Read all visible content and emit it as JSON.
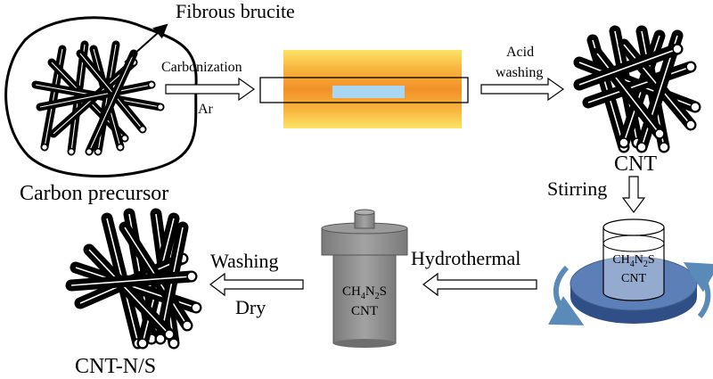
{
  "labels": {
    "fibrous_brucite": "Fibrous brucite",
    "carbonization": "Carbonization",
    "ar": "Ar",
    "acid_line1": "Acid",
    "acid_line2": "washing",
    "cnt": "CNT",
    "carbon_precursor": "Carbon precursor",
    "stirring": "Stirring",
    "hydrothermal": "Hydrothermal",
    "washing": "Washing",
    "dry": "Dry",
    "cnt_ns": "CNT-N/S"
  },
  "beaker": {
    "formula": "CH4N2S",
    "content": "CNT"
  },
  "autoclave": {
    "formula": "CH4N2S",
    "content": "CNT"
  },
  "colors": {
    "furnace_outer": "#FCE468",
    "furnace_inner": "#F49A2C",
    "boat": "#A9D6F2",
    "autoclave": "#8E8E8E",
    "plate": "#5B7FB6",
    "rotation_arrows": "#5A8AB8"
  },
  "icons": [
    "rod-bundle-icon",
    "furnace-icon",
    "beaker-icon",
    "autoclave-icon",
    "rotation-arrow-icon",
    "process-arrow-icon"
  ]
}
